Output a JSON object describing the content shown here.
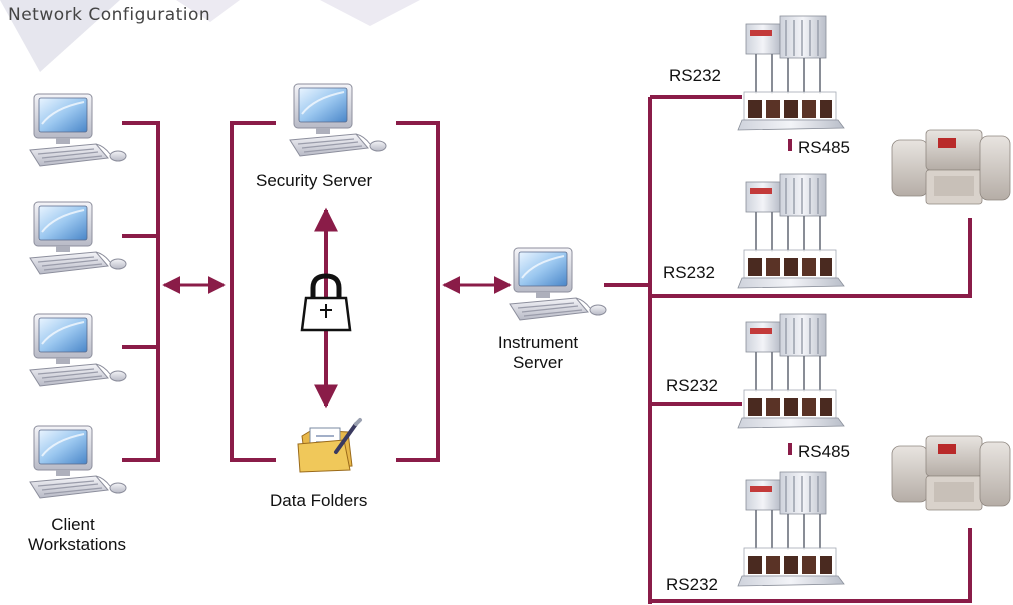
{
  "title": "Network Configuration",
  "labels": {
    "client_workstations_line1": "Client",
    "client_workstations_line2": "Workstations",
    "security_server": "Security Server",
    "data_folders": "Data Folders",
    "instrument_server_line1": "Instrument",
    "instrument_server_line2": "Server",
    "rs232_a": "RS232",
    "rs485_a": "RS485",
    "rs232_b": "RS232",
    "rs232_c": "RS232",
    "rs485_b": "RS485",
    "rs232_d": "RS232"
  },
  "colors": {
    "connector": "#8a1c48",
    "title_text": "#444444",
    "decor_triangle": "#e6e6ee"
  },
  "icons": {
    "workstation": "computer-workstation-icon",
    "security": "padlock-icon",
    "folders": "data-folders-icon",
    "dissolution": "dissolution-tester-icon",
    "autosampler": "autosampler-instrument-icon"
  }
}
